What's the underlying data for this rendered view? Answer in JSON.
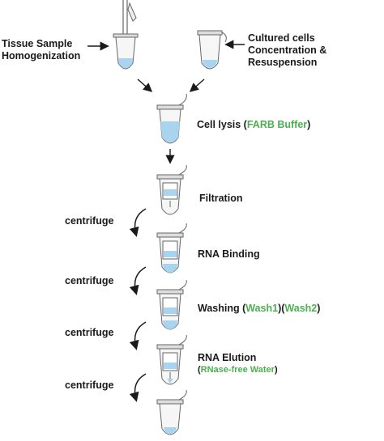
{
  "labels": {
    "tissue_line1": "Tissue Sample",
    "tissue_line2": "Homogenization",
    "cultured_line1": "Cultured cells",
    "cultured_line2": "Concentration &",
    "cultured_line3": "Resuspension",
    "lysis_text": "Cell lysis (",
    "lysis_reagent": "FARB Buffer",
    "lysis_close": ")",
    "filtration": "Filtration",
    "rna_binding": "RNA Binding",
    "washing_text": "Washing (",
    "wash1": "Wash1",
    "washing_mid": ")(",
    "wash2": "Wash2",
    "washing_close": ")",
    "elution": "RNA Elution",
    "elution_open": "(",
    "elution_reagent": "RNase-free Water",
    "elution_close": ")"
  },
  "centrifuge_labels": [
    "centrifuge",
    "centrifuge",
    "centrifuge",
    "centrifuge"
  ],
  "colors": {
    "reagent_green": "#4caf50",
    "liquid_blue": "#a9d4f0",
    "outline": "#555555"
  }
}
